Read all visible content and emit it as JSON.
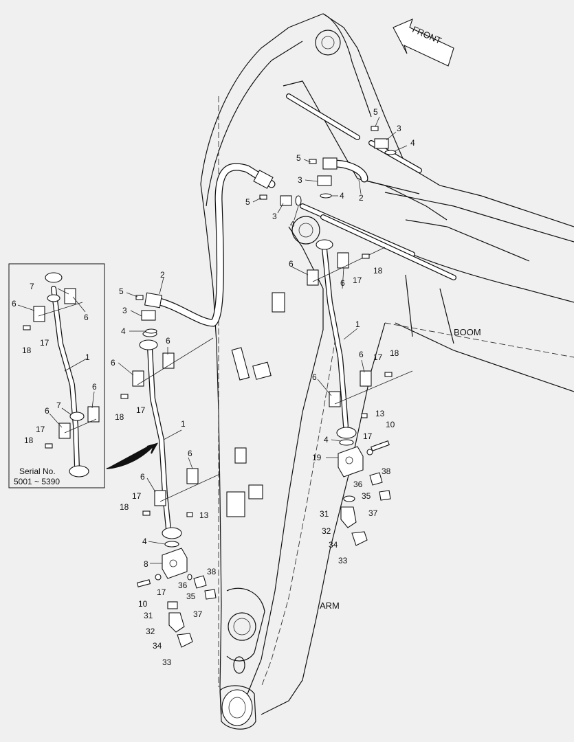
{
  "front_label": "FRONT",
  "boom_label": "BOOM",
  "arm_label": "ARM",
  "inset": {
    "serial_title": "Serial No.",
    "serial_range": "5001 ~ 5390"
  },
  "callouts": {
    "c1": "1",
    "c2": "2",
    "c3": "3",
    "c4": "4",
    "c5": "5",
    "c6": "6",
    "c7": "7",
    "c8": "8",
    "c10": "10",
    "c13": "13",
    "c17": "17",
    "c18": "18",
    "c19": "19",
    "c31": "31",
    "c32": "32",
    "c33": "33",
    "c34": "34",
    "c35": "35",
    "c36": "36",
    "c37": "37",
    "c38": "38"
  }
}
